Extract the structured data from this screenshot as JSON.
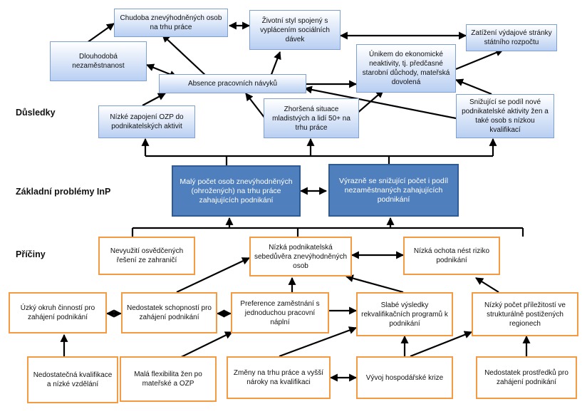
{
  "labels": {
    "dusledky": "Důsledky",
    "zakladni": "Základní problémy InP",
    "priciny": "Příčiny"
  },
  "consequences": {
    "chudoba": "Chudoba znevýhodněných osob na trhu práce",
    "zivotni_styl": "Životní styl spojený s vyplácením sociálních dávek",
    "zatizeni": "Zatížení výdajové stránky státního rozpočtu",
    "nezamestnanost": "Dlouhodobá nezaměstnanost",
    "unik": "Únikem do ekonomické neaktivity, tj. předčasné starobní důchody, mateřská dovolená",
    "absence": "Absence pracovních návyků",
    "nizke_zapojeni": "Nízké zapojení OZP do podnikatelských aktivit",
    "zhorsena": "Zhoršená situace mladistvých a lidí 50+ na trhu práce",
    "snizujici_podil": "Snižující se podíl nové podnikatelské aktivity žen a také osob s nízkou kvalifikací"
  },
  "core": {
    "maly_pocet": "Malý počet osob znevýhodněných (ohrožených) na trhu práce zahajujících podnikání",
    "vyrazne": "Výrazně se snižující počet i podíl nezaměstnaných zahajujících podnikání"
  },
  "causes": {
    "nevyuziti": "Nevyužití osvědčených řešení ze zahraničí",
    "sebeduvera": "Nízká podnikatelská sebedůvěra znevýhodněných osob",
    "ochota": "Nízká ochota nést riziko podnikání",
    "uzky": "Úzký okruh činností pro zahájení podnikání",
    "nedostatek_schopnosti": "Nedostatek schopností pro zahájení podnikání",
    "preference": "Preference zaměstnání s jednoduchou pracovní náplní",
    "slabe": "Slabé výsledky rekvalifikačních programů k podnikání",
    "prilezitosti": "Nízký počet příležitostí ve strukturálně postižených regionech",
    "kvalifikace": "Nedostatečná kvalifikace a nízké vzdělání",
    "flexibilita": "Malá flexibilita žen po mateřské a OZP",
    "zmeny": "Změny na trhu práce a vyšší nároky na kvalifikaci",
    "vyvoj": "Vývoj hospodářské krize",
    "prostredky": "Nedostatek prostředků pro zahájení podnikání"
  },
  "colors": {
    "light_box_fill": "#b9cff2",
    "dark_box_fill": "#4f7fbd",
    "cause_border": "#f39a43",
    "arrow": "#000000"
  }
}
